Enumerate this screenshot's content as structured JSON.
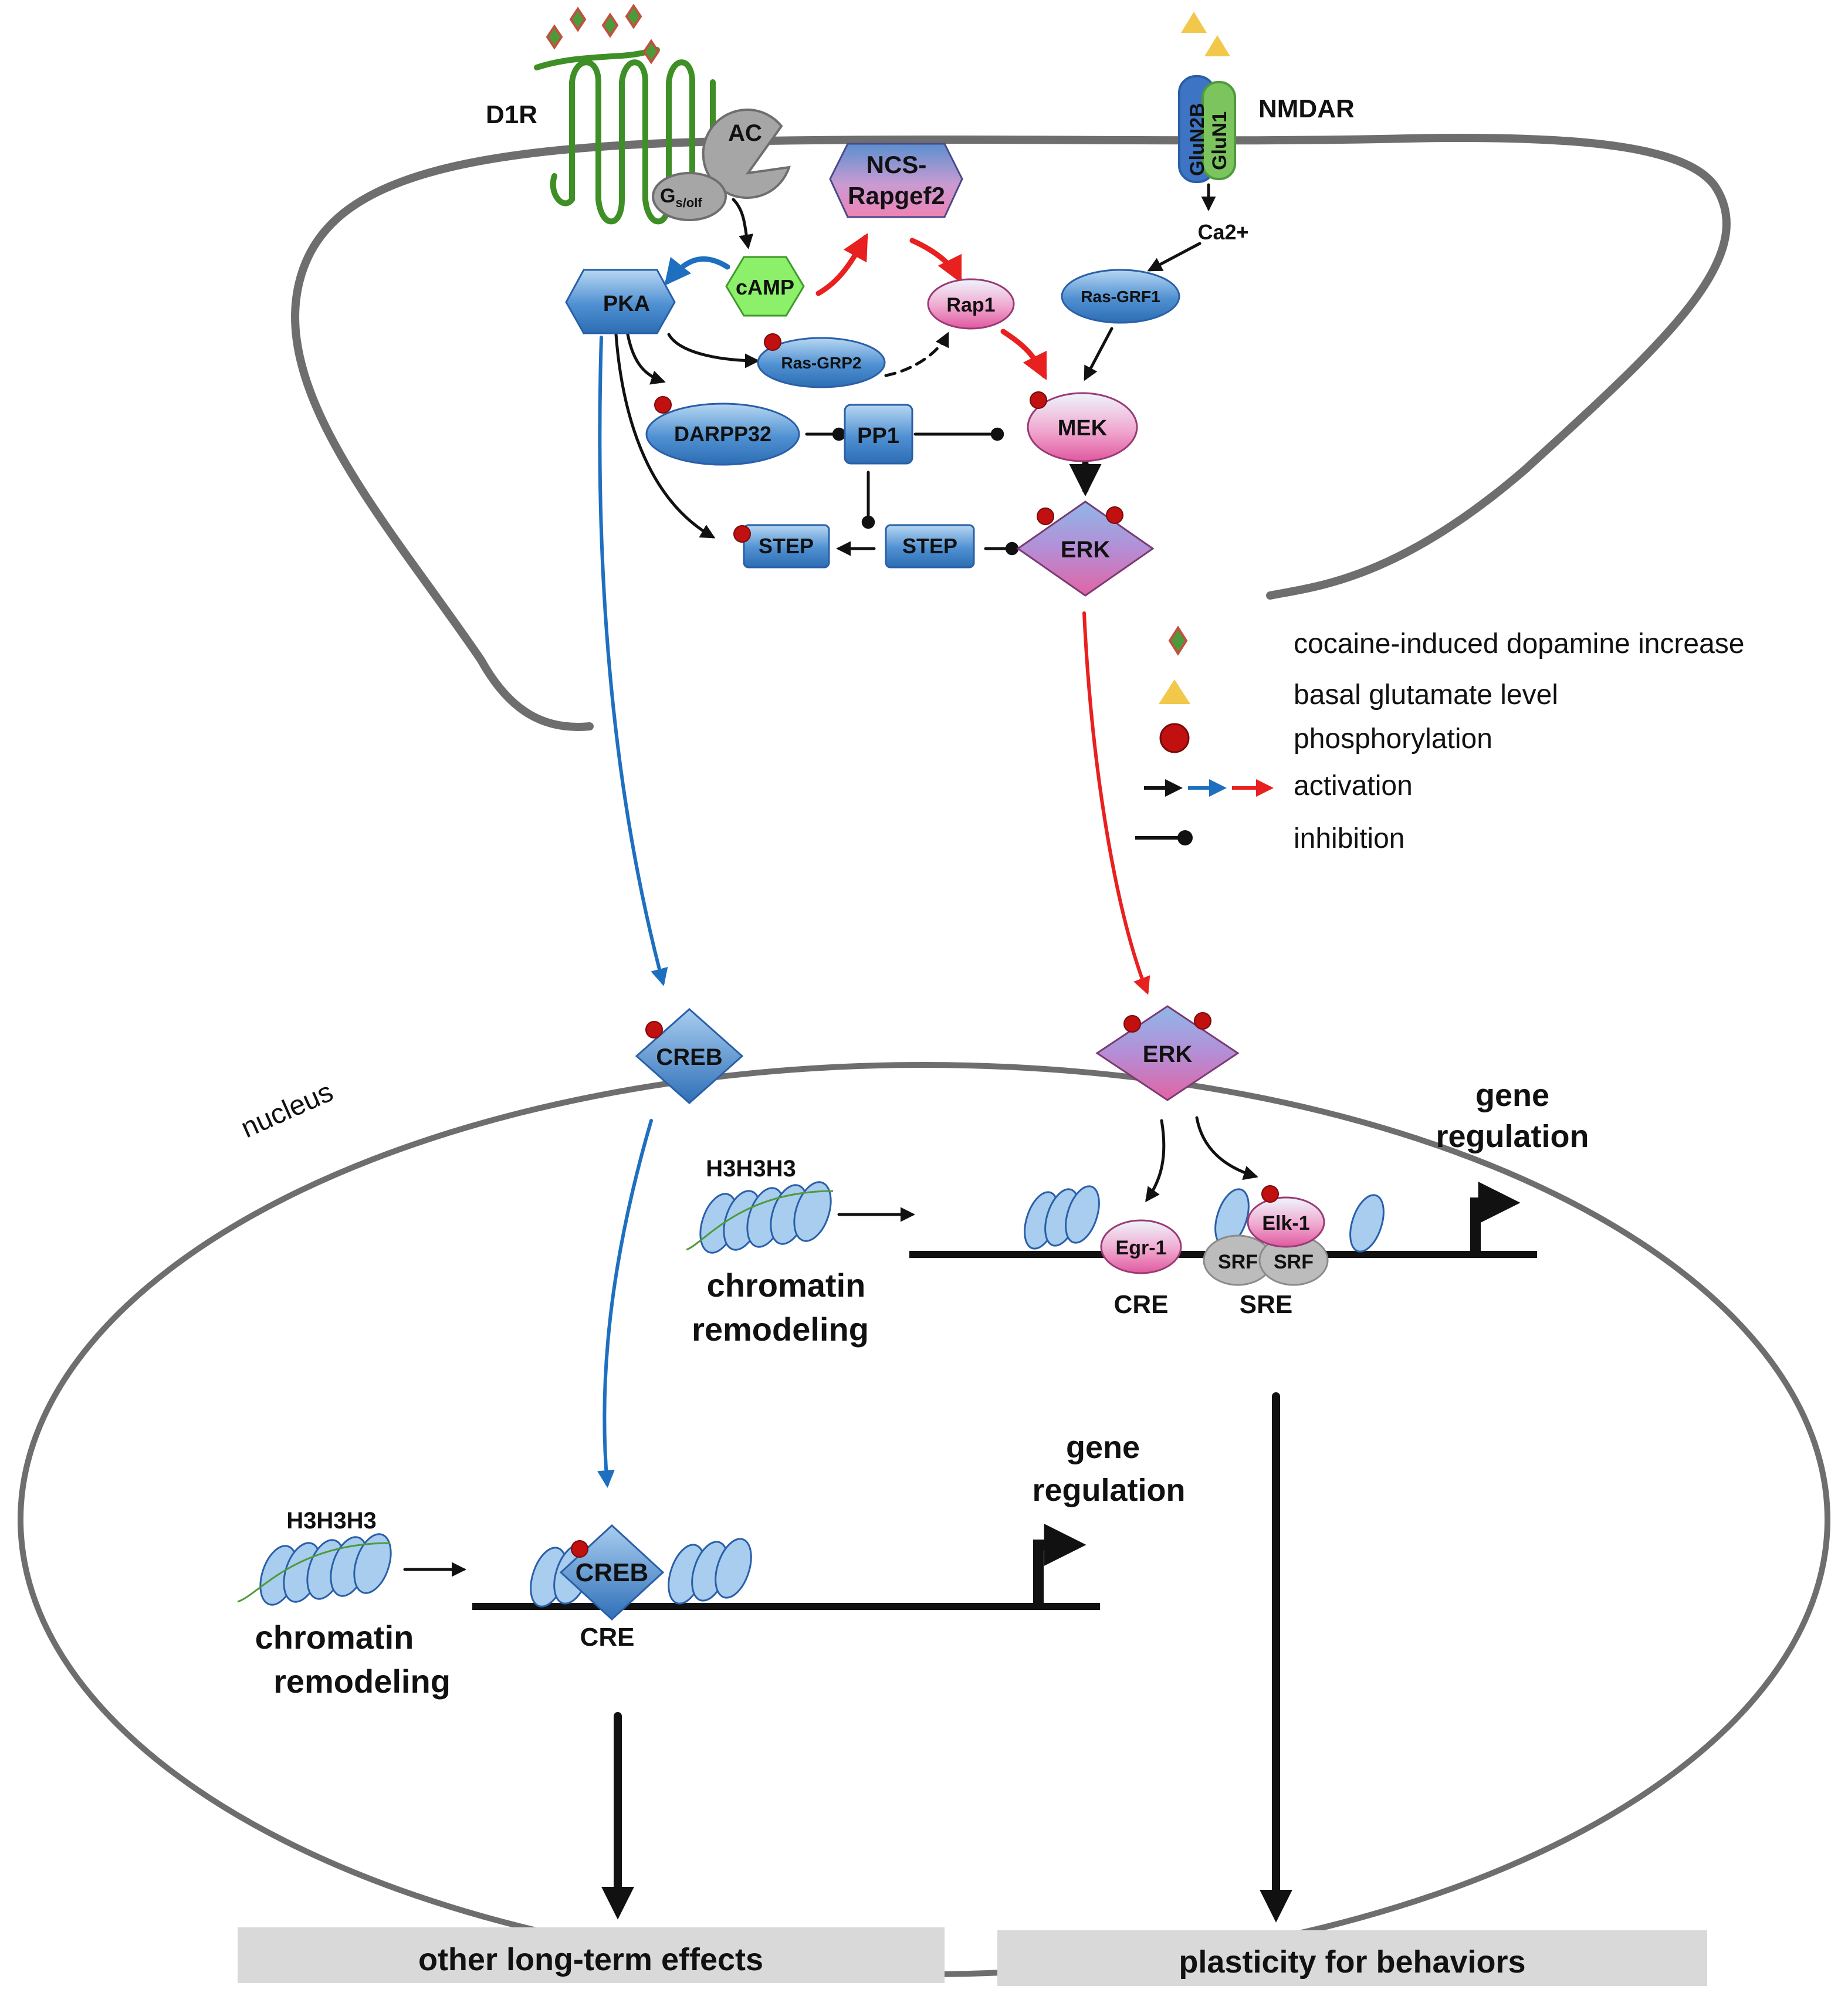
{
  "membrane": {
    "d1r_label": "D1R",
    "ac_label": "AC",
    "gs_label": "G",
    "gs_sub": "s/olf",
    "nmdar_label": "NMDAR",
    "glun2b_label": "GluN2B",
    "glun1_label": "GluN1",
    "ca_label": "Ca2+"
  },
  "cytoplasm": {
    "camp": "cAMP",
    "pka": "PKA",
    "ncs_line1": "NCS-",
    "ncs_line2": "Rapgef2",
    "rap1": "Rap1",
    "ras_grf1": "Ras-GRF1",
    "ras_grp2": "Ras-GRP2",
    "darpp32": "DARPP32",
    "pp1": "PP1",
    "mek": "MEK",
    "step_left": "STEP",
    "step_right": "STEP",
    "erk": "ERK"
  },
  "legend": {
    "items": [
      {
        "label": "cocaine-induced dopamine increase",
        "icon": "diamond-icon"
      },
      {
        "label": "basal glutamate level",
        "icon": "triangle-icon"
      },
      {
        "label": "phosphorylation",
        "icon": "red-dot-icon"
      },
      {
        "label": "activation",
        "icon": "arrows-icon"
      },
      {
        "label": "inhibition",
        "icon": "inhibition-icon"
      }
    ]
  },
  "nucleus": {
    "label": "nucleus",
    "creb": "CREB",
    "erk": "ERK",
    "upper": {
      "h3": "H3H3H3",
      "chromatin_line1": "chromatin",
      "chromatin_line2": "remodeling",
      "egr1": "Egr-1",
      "elk1": "Elk-1",
      "srf_left": "SRF",
      "srf_right": "SRF",
      "cre": "CRE",
      "sre": "SRE",
      "gene_line1": "gene",
      "gene_line2": "regulation"
    },
    "lower": {
      "h3": "H3H3H3",
      "chromatin_line1": "chromatin",
      "chromatin_line2": "remodeling",
      "creb": "CREB",
      "cre": "CRE",
      "gene_line1": "gene",
      "gene_line2": "regulation"
    }
  },
  "outcomes": {
    "left": "other long-term effects",
    "right": "plasticity for behaviors"
  },
  "colors": {
    "membrane": "#6e6e6e",
    "black_arrow": "#111111",
    "blue_arrow": "#1f6fc0",
    "red_arrow": "#e8201f",
    "phosphate": "#c01010",
    "outcome_box": "#d9d9d9"
  }
}
